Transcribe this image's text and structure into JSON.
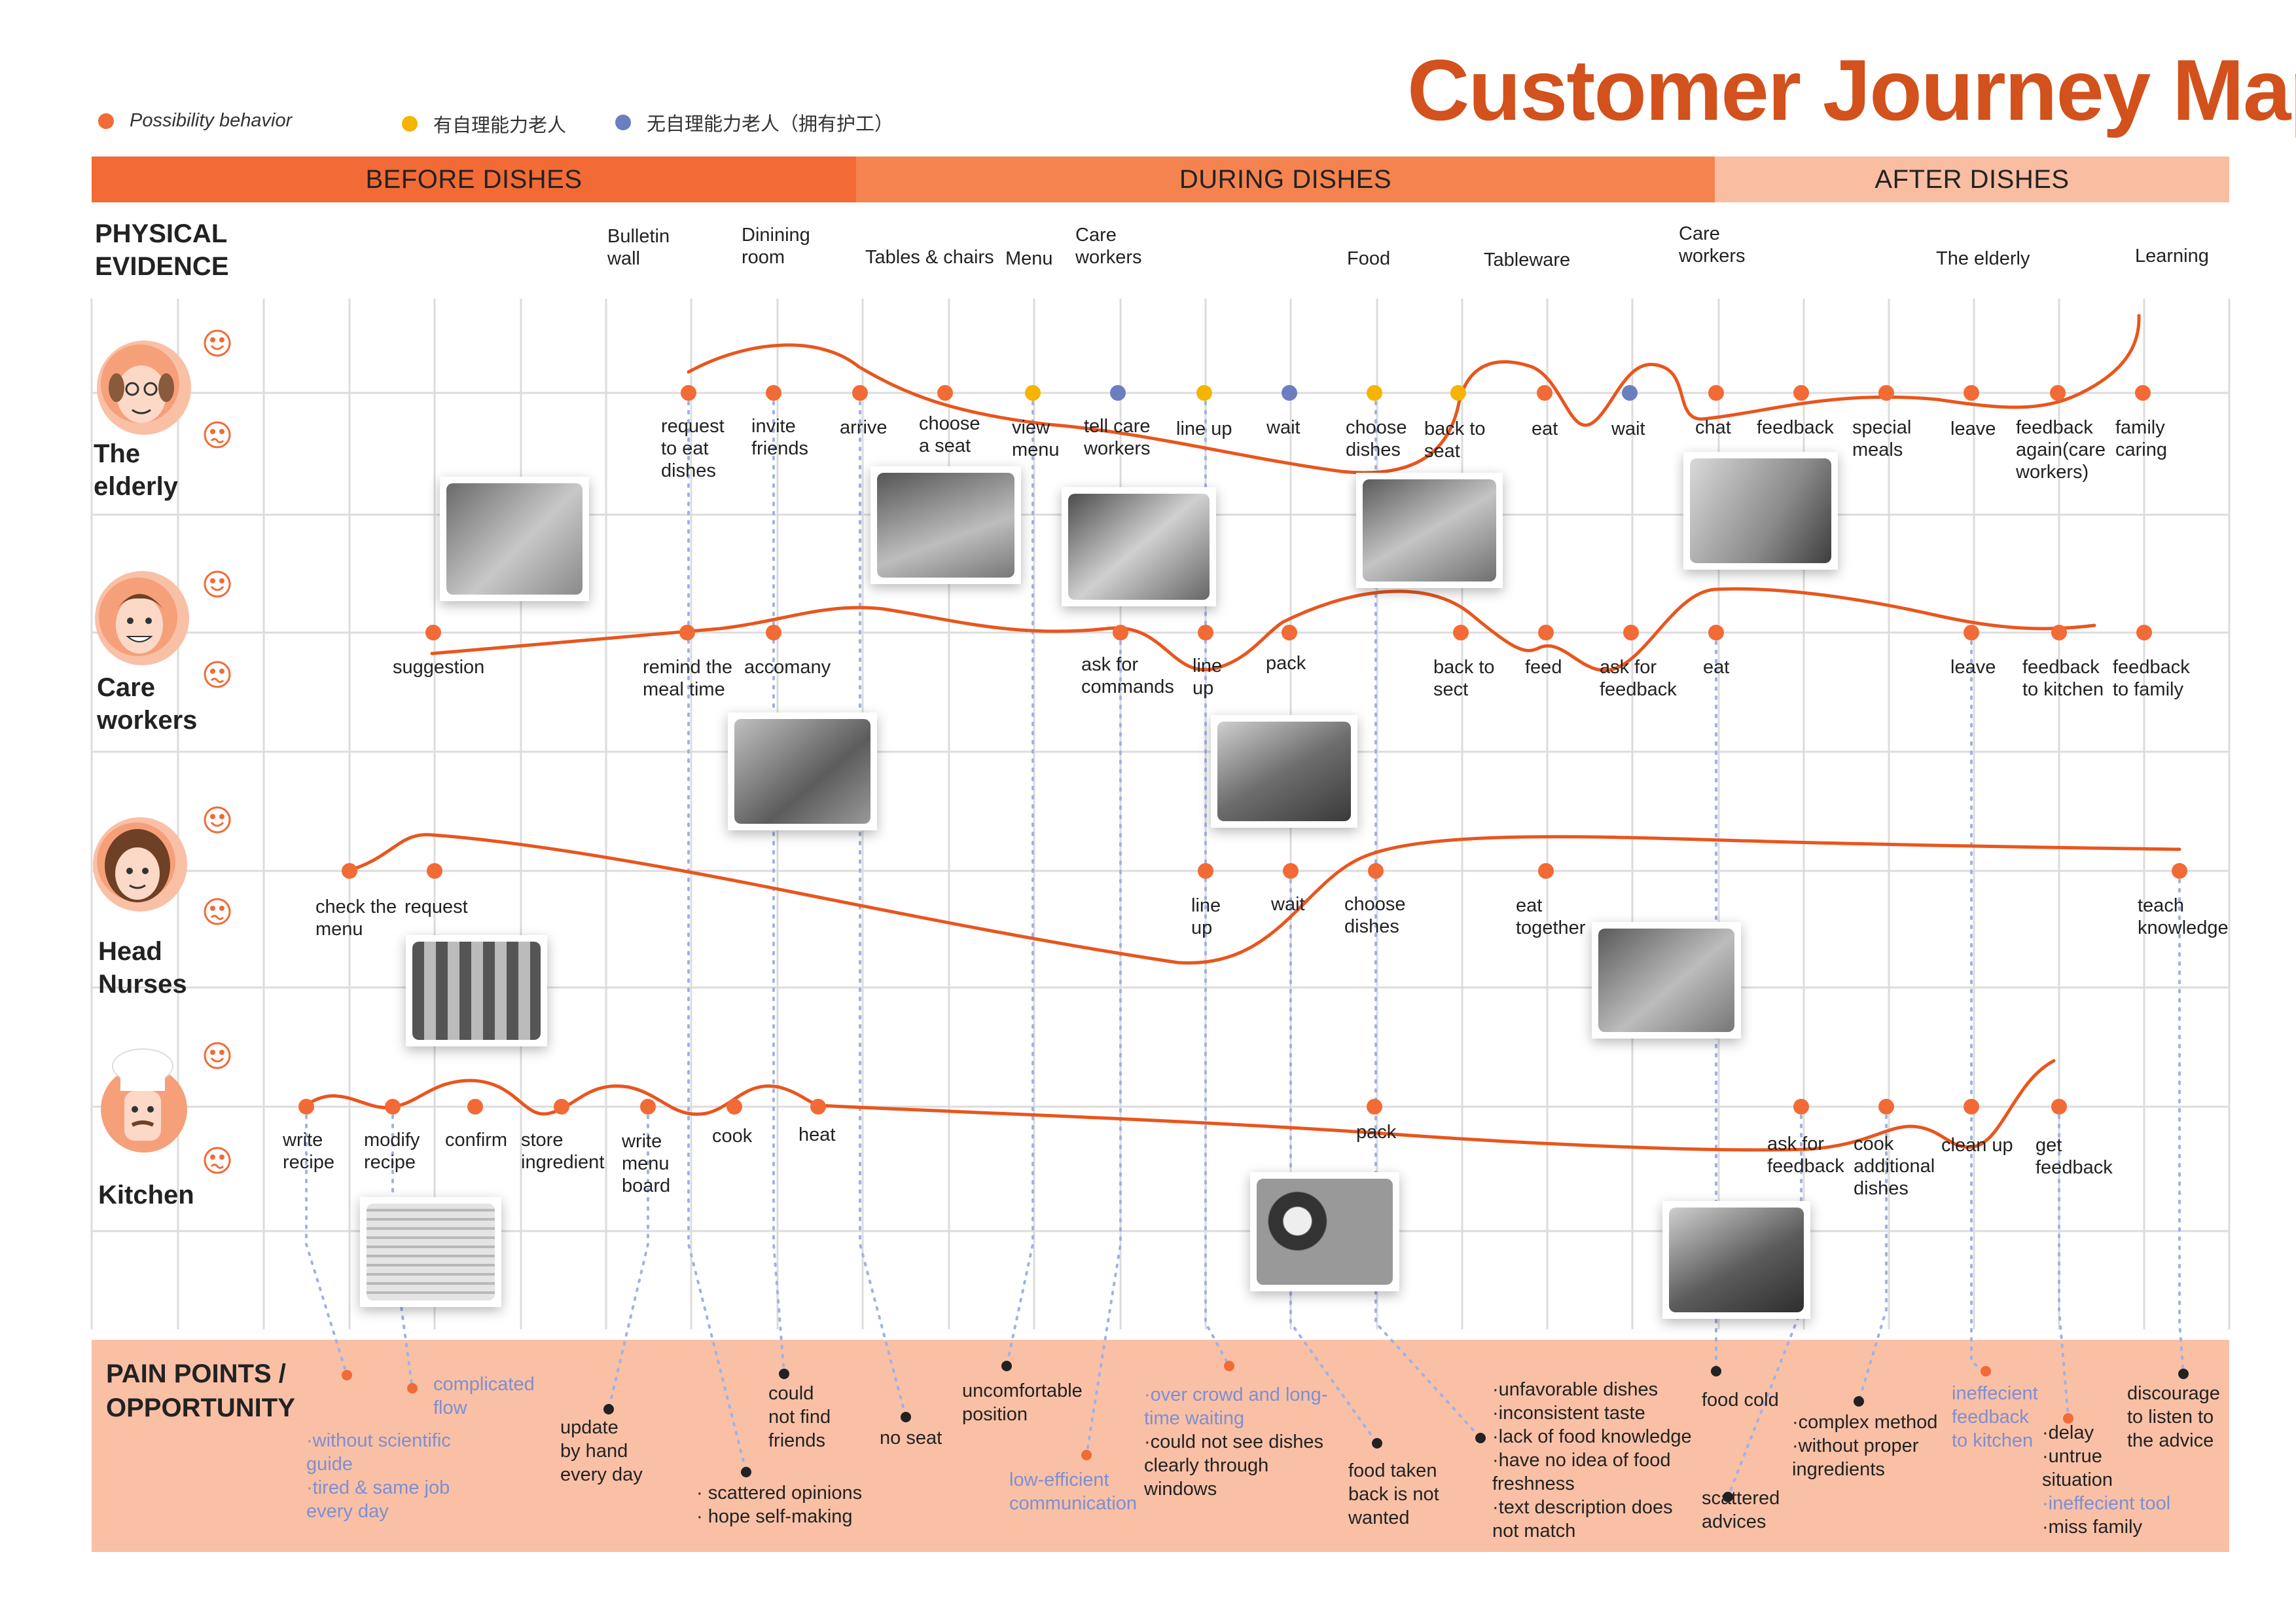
{
  "title": "Customer Journey Map",
  "legend": [
    {
      "label": "Possibility behavior",
      "color": "#f26a35"
    },
    {
      "label": "有自理能力老人",
      "color": "#f4b400"
    },
    {
      "label": "无自理能力老人（拥有护工）",
      "color": "#6b7fc0"
    }
  ],
  "phases": [
    "BEFORE DISHES",
    "DURING DISHES",
    "AFTER DISHES"
  ],
  "row_labels": {
    "evidence": "PHYSICAL\nEVIDENCE",
    "elderly": "The\nelderly",
    "care": "Care\nworkers",
    "nurses": "Head\nNurses",
    "kitchen": "Kitchen",
    "pain": "PAIN POINTS /\nOPPORTUNITY"
  },
  "evidence": [
    "Bulletin\nwall",
    "Dinining\nroom",
    "Tables & chairs",
    "Menu",
    "Care\nworkers",
    "Food",
    "Tableware",
    "Care\nworkers",
    "The elderly",
    "Learning"
  ],
  "steps": {
    "elderly": [
      "request\nto eat\ndishes",
      "invite\nfriends",
      "arrive",
      "choose\na seat",
      "view\nmenu",
      "tell care\nworkers",
      "line up",
      "wait",
      "choose\ndishes",
      "back to\nseat",
      "eat",
      "wait",
      "chat",
      "feedback",
      "special\nmeals",
      "leave",
      "feedback\nagain(care\nworkers)",
      "family\ncaring"
    ],
    "care": [
      "suggestion",
      "remind the\nmeal time",
      "accomany",
      "ask for\ncommands",
      "line\nup",
      "pack",
      "back to\nsect",
      "feed",
      "ask for\nfeedback",
      "eat",
      "leave",
      "feedback\nto kitchen",
      "feedback\nto family"
    ],
    "nurses": [
      "check the\nmenu",
      "request",
      "line\nup",
      "wait",
      "choose\ndishes",
      "eat\ntogether",
      "teach\nknowledge"
    ],
    "kitchen": [
      "write\nrecipe",
      "modify\nrecipe",
      "confirm",
      "store\ningredient",
      "write\nmenu\nboard",
      "cook",
      "heat",
      "pack",
      "ask for\nfeedback",
      "cook\nadditional\ndishes",
      "clean up",
      "get\nfeedback"
    ]
  },
  "pain_points": [
    "·without scientific\nguide\n·tired & same job\nevery day",
    "complicated\nflow",
    "update\nby hand\nevery day",
    "· scattered opinions\n· hope self-making",
    "could\nnot find\nfriends",
    "no seat",
    "uncomfortable\nposition",
    "low-efficient\ncommunication",
    "·over crowd and long-\ntime waiting",
    "·could not see dishes\nclearly through\nwindows",
    "food taken\nback is not\nwanted",
    "·unfavorable dishes\n·inconsistent taste\n·lack of food knowledge\n·have no idea of food\nfreshness\n·text description does\nnot match",
    "food cold",
    "scattered\nadvices",
    "·complex method\n·without proper\ningredients",
    "ineffecient\nfeedback\nto kitchen",
    "·delay\n·untrue\nsituation",
    "·ineffecient tool",
    "·miss family",
    "discourage\nto listen to\nthe advice"
  ],
  "colors": {
    "accent": "#f26a35",
    "title": "#d2511c",
    "pain_bg": "#f9c0a6",
    "blue_text": "#7e8fd0"
  }
}
